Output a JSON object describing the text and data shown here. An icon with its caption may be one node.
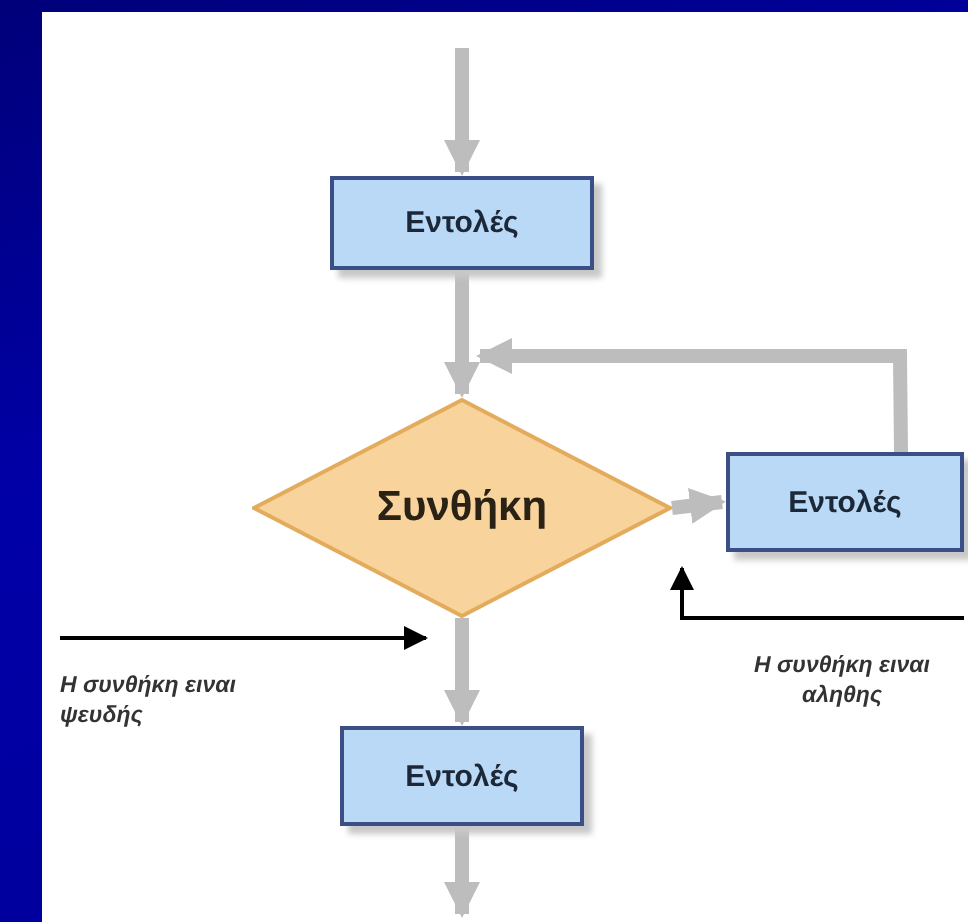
{
  "diagram": {
    "nodes": [
      {
        "text": [
          "Εντολές"
        ]
      },
      {
        "text": [
          "Συνθήκη"
        ]
      },
      {
        "text": [
          "Εντολές"
        ]
      },
      {
        "text": [
          "Εντολές"
        ]
      },
      {
        "text": [
          "Η συνθήκη ειναι ψευδής"
        ]
      },
      {
        "text": [
          "Η συνθήκη ειναι αληθης"
        ]
      }
    ],
    "edges": [
      {
        "from": null,
        "to": 0,
        "arrow": "to"
      },
      {
        "from": 0,
        "to": 1,
        "arrow": "to"
      },
      {
        "from": 2,
        "to": 1,
        "arrow": "to"
      },
      {
        "from": 1,
        "to": 2,
        "arrow": "to"
      },
      {
        "from": 1,
        "to": 3,
        "arrow": "to"
      },
      {
        "from": 3,
        "to": null,
        "arrow": "to"
      },
      {
        "from": 4,
        "to": 1,
        "arrow": "to",
        "color": "#000000"
      },
      {
        "from": 5,
        "to": 2,
        "arrow": "to",
        "color": "#000000"
      }
    ]
  }
}
